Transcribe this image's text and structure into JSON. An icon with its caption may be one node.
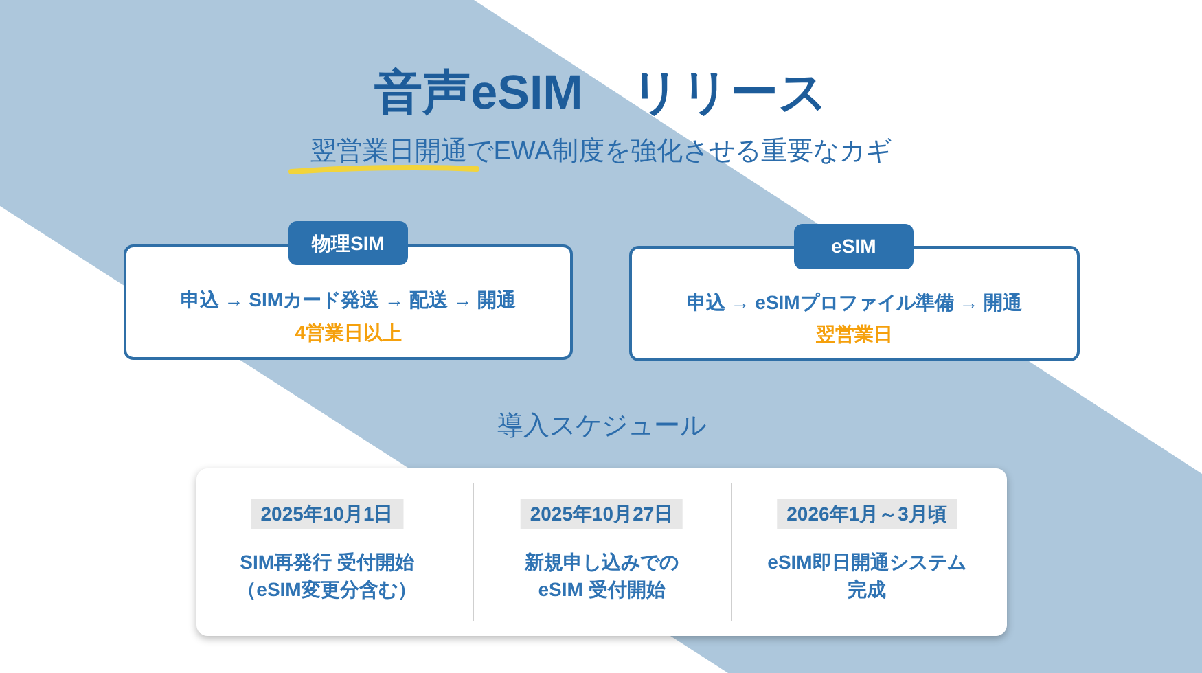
{
  "diagram": {
    "title": "音声eSIM　リリース",
    "nodes": [
      {
        "text": [
          "物理SIM",
          "申込 → SIMカード発送 → 配送 → 開通",
          "4営業日以上"
        ]
      },
      {
        "text": [
          "eSIM",
          "申込 → eSIMプロファイル準備 → 開通",
          "翌営業日"
        ]
      },
      {
        "text": [
          "導入スケジュール"
        ]
      },
      {
        "text": [
          "2025年10月1日"
        ],
        "beside": [
          "SIM再発行 受付開始（eSIM変更分含む）"
        ],
        "in": 2
      },
      {
        "text": [
          "2025年10月27日"
        ],
        "beside": [
          "新規申し込みでのeSIM 受付開始"
        ],
        "in": 2
      },
      {
        "text": [
          "2026年1月～3月頃"
        ],
        "beside": [
          "eSIM即日開通システム完成"
        ],
        "in": 2
      }
    ],
    "labels": [
      "翌営業日開通でEWA制度を強化させる重要なカギ"
    ]
  }
}
